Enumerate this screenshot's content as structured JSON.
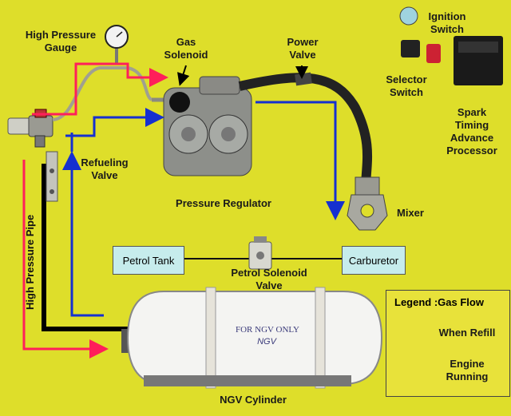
{
  "labels": {
    "high_pressure_gauge": [
      "High Pressure",
      "Gauge"
    ],
    "gas_solenoid": [
      "Gas",
      "Solenoid"
    ],
    "power_valve": [
      "Power",
      "Valve"
    ],
    "ignition_switch": [
      "Ignition",
      "Switch"
    ],
    "selector_switch": [
      "Selector",
      "Switch"
    ],
    "spark_timing": [
      "Spark",
      "Timing",
      "Advance",
      "Processor"
    ],
    "refueling_valve": [
      "Refueling",
      "Valve"
    ],
    "pressure_regulator": "Pressure Regulator",
    "mixer": "Mixer",
    "petrol_tank": "Petrol Tank",
    "carburetor": "Carburetor",
    "petrol_solenoid_valve": [
      "Petrol Solenoid",
      "Valve"
    ],
    "high_pressure_pipe": "High Pressure Pipe",
    "ngv_cylinder": "NGV Cylinder"
  },
  "cylinder_text": [
    "FOR NGV ONLY",
    "NGV"
  ],
  "legend": {
    "title": "Legend :Gas Flow",
    "refill": "When Refill",
    "engine": [
      "Engine",
      "Running"
    ]
  },
  "colors": {
    "board": "#dede2a",
    "refill_arrow": "#ff1f5a",
    "engine_arrow": "#1530d0",
    "box_fill": "#c6ecec"
  }
}
